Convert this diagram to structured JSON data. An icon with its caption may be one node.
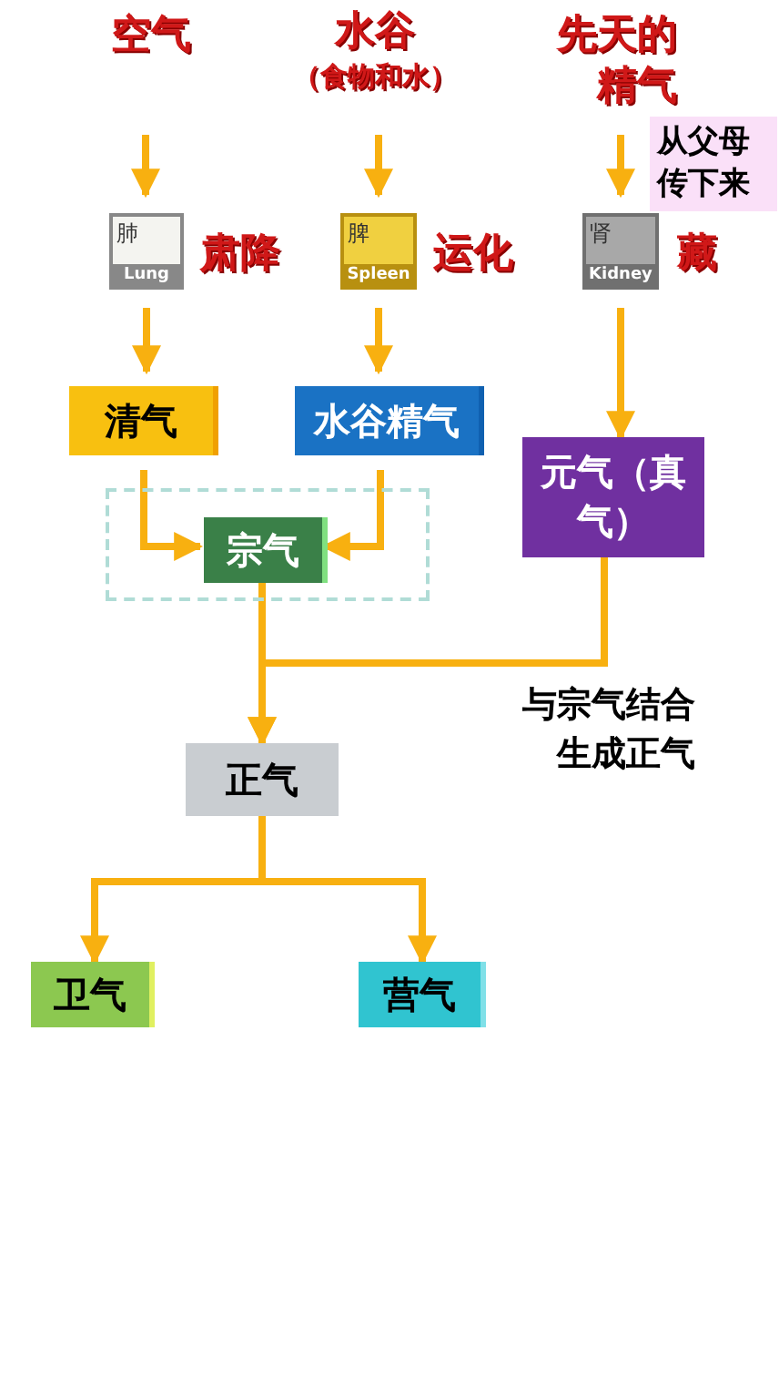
{
  "diagram": {
    "nodes": [
      {
        "text": [
          "空气"
        ]
      },
      {
        "text": [
          "水谷",
          "（食物和水）"
        ]
      },
      {
        "text": [
          "先天的精气"
        ]
      },
      {
        "text": [
          "从父母传下来"
        ]
      },
      {
        "text": [
          "肺",
          "Lung"
        ],
        "beside": [
          "肃降"
        ]
      },
      {
        "text": [
          "脾",
          "Spleen"
        ],
        "beside": [
          "运化"
        ]
      },
      {
        "text": [
          "肾",
          "Kidney"
        ],
        "beside": [
          "藏"
        ]
      },
      {
        "text": [
          "清气"
        ]
      },
      {
        "text": [
          "水谷精气"
        ]
      },
      {
        "text": [
          "元气（真气）"
        ]
      },
      {
        "text": [],
        "shape": "box"
      },
      {
        "text": [
          "宗气"
        ],
        "in": 10
      },
      {
        "text": [
          "正气"
        ]
      },
      {
        "text": [
          "卫气"
        ]
      },
      {
        "text": [
          "营气"
        ]
      }
    ],
    "edges": [
      {
        "from": 0,
        "to": 4,
        "arrow": "to"
      },
      {
        "from": 1,
        "to": 5,
        "arrow": "to"
      },
      {
        "from": 2,
        "to": 6,
        "arrow": "to"
      },
      {
        "from": 4,
        "to": 7,
        "arrow": "to"
      },
      {
        "from": 5,
        "to": 8,
        "arrow": "to"
      },
      {
        "from": 6,
        "to": 9,
        "arrow": "to"
      },
      {
        "from": 7,
        "to": 11,
        "arrow": "to"
      },
      {
        "from": 8,
        "to": 11,
        "arrow": "to"
      },
      {
        "from": 11,
        "to": 12,
        "arrow": "to"
      },
      {
        "from": 9,
        "to": 12,
        "arrow": "to",
        "label": "与宗气结合生成正气"
      },
      {
        "from": 12,
        "to": 13,
        "arrow": "to"
      },
      {
        "from": 12,
        "to": 14,
        "arrow": "to"
      }
    ]
  }
}
